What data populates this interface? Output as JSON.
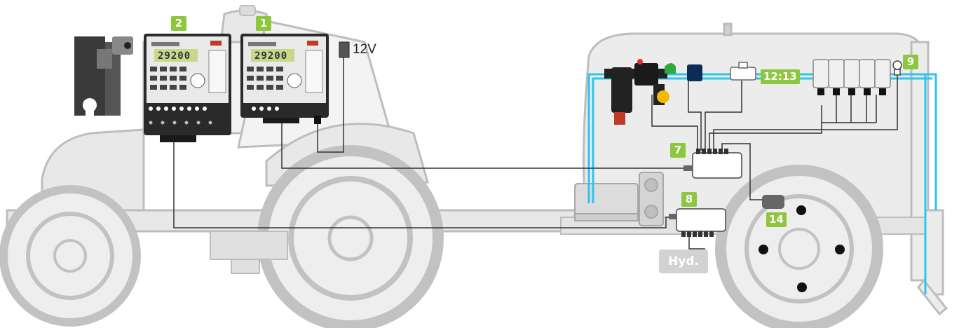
{
  "labels": {
    "badge_1": "1",
    "badge_2": "2",
    "badge_7": "7",
    "badge_8": "8",
    "badge_9": "9",
    "badge_14": "14",
    "badge_12_13": "12:13",
    "power": "12V",
    "hydraulics": "Hyd."
  },
  "consoles": {
    "console_2_display": "29200",
    "console_1_display": "29200"
  },
  "colors": {
    "badge_green": "#8dc63f",
    "fluid_line": "#2ec4ef",
    "tractor_grey": "#d9d9d9",
    "cable": "#333333"
  }
}
